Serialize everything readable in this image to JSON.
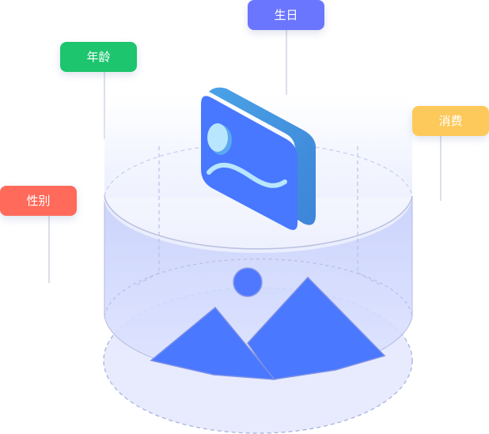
{
  "tags": [
    {
      "id": "shengri",
      "label": "生日",
      "color": "#6b76ff"
    },
    {
      "id": "nianling",
      "label": "年龄",
      "color": "#1dc56e"
    },
    {
      "id": "xiaofei",
      "label": "消费",
      "color": "#fcc95a"
    },
    {
      "id": "xingbie",
      "label": "性别",
      "color": "#ff6a5a"
    }
  ]
}
